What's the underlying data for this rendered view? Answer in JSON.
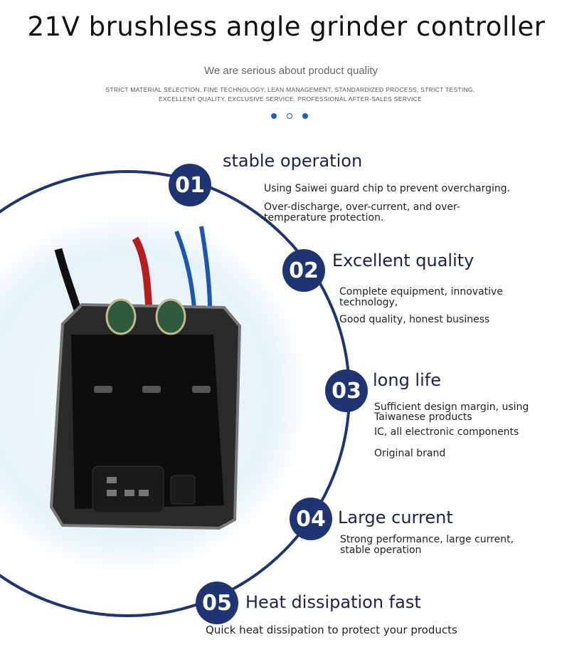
{
  "title": "21V brushless angle grinder controller",
  "subtitle": "We are serious about product quality",
  "tagline_1": "STRICT MATERIAL SELECTION, FINE TECHNOLOGY, LEAN MANAGEMENT, STANDARDIZED PROCESS, STRICT TESTING,",
  "tagline_2": "EXCELLENT QUALITY, EXCLUSIVE SERVICE, PROFESSIONAL AFTER-SALES SERVICE",
  "accent_color": "#1f3573",
  "features": [
    {
      "num": "01",
      "title": "stable operation",
      "lines": [
        "Using Saiwei guard chip to prevent overcharging.",
        "Over-discharge, over-current, and over-",
        "temperature protection."
      ]
    },
    {
      "num": "02",
      "title": "Excellent quality",
      "lines": [
        "Complete equipment, innovative",
        "technology,",
        "Good quality, honest business"
      ]
    },
    {
      "num": "03",
      "title": "long life",
      "lines": [
        "Sufficient design margin, using",
        "Taiwanese products",
        "IC, all electronic components",
        "Original brand"
      ]
    },
    {
      "num": "04",
      "title": "Large current",
      "lines": [
        "Strong performance, large current,",
        "stable operation"
      ]
    },
    {
      "num": "05",
      "title": "Heat dissipation fast",
      "lines": [
        "Quick heat dissipation to protect your products"
      ]
    }
  ]
}
